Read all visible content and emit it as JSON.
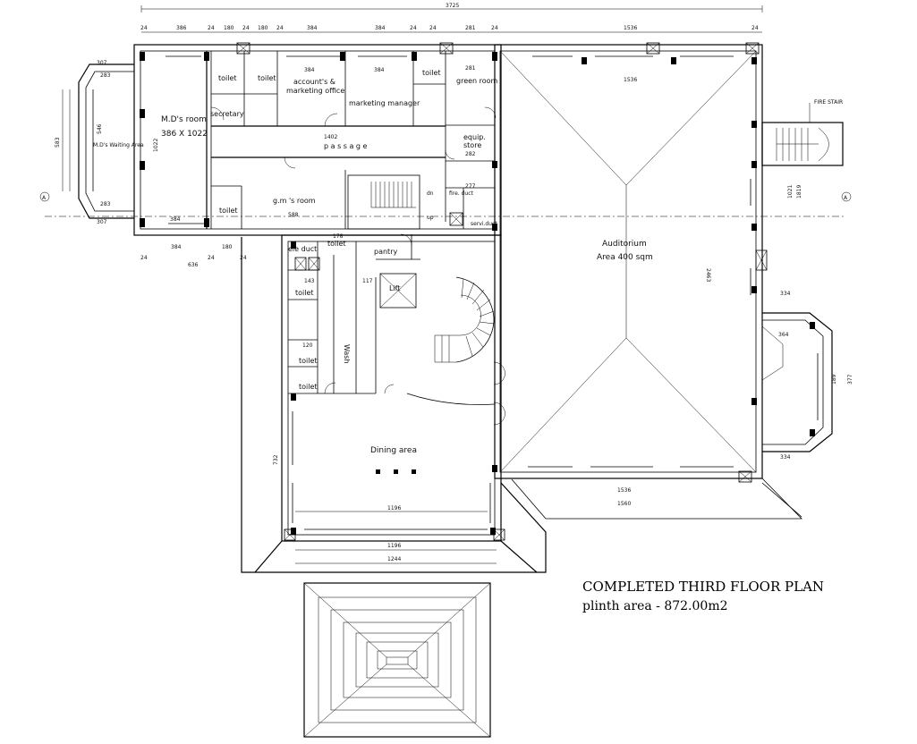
{
  "plan": {
    "title": "COMPLETED THIRD FLOOR PLAN",
    "plinth_area": "plinth area - 872.00m2"
  },
  "rooms": {
    "md_room": "M.D's room",
    "md_room_size": "386 X 1022",
    "md_waiting": "M.D's Waiting Area",
    "secretary": "secretary",
    "toilet": "toilet",
    "accounts": "account's &",
    "accounts2": "marketing office",
    "marketing_manager": "marketing manager",
    "green_room": "green room",
    "passage": "p a s s a g e",
    "equip": "equip.",
    "store": "store",
    "gm_room": "g.m 's room",
    "fire_duct": "fire. duct",
    "service_duct": "servi.duct",
    "ele_duct": "ele duct",
    "pantry": "pantry",
    "lift": "Lift",
    "wash": "Wash",
    "dining": "Dining area",
    "auditorium": "Auditorium",
    "auditorium_area": "Area 400 sqm",
    "fire_stair": "FIRE STAIR",
    "dn": "dn",
    "up": "up",
    "axis_a": "A"
  },
  "dims": {
    "overall": "3725",
    "d24": "24",
    "d386": "386",
    "d180": "180",
    "d384": "384",
    "d1536": "1536",
    "d281": "281",
    "d307": "307",
    "d283": "283",
    "d1402": "1402",
    "d588": "588",
    "d636": "636",
    "d282": "282",
    "d277": "277",
    "d2463": "2463",
    "d334": "334",
    "d1196": "1196",
    "d1244": "1244",
    "d1560": "1560",
    "d732": "732",
    "d143": "143",
    "d120": "120",
    "d117": "117",
    "d178": "178",
    "d1022": "1022",
    "d546": "546",
    "d1021": "1021",
    "d1819": "1819",
    "d364": "364",
    "d189": "189",
    "d377": "377",
    "d583": "583"
  }
}
